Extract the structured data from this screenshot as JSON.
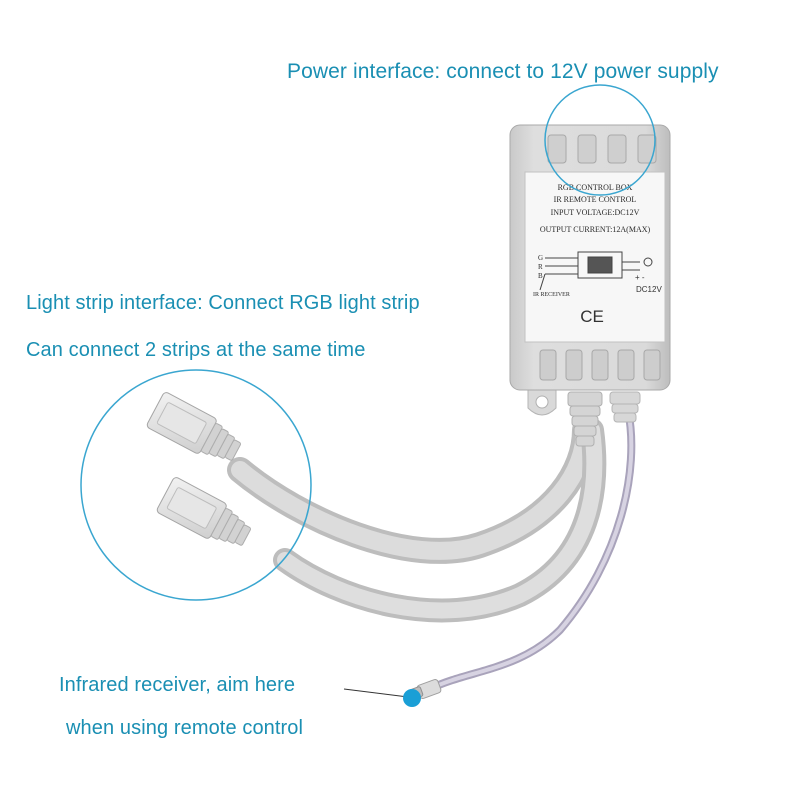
{
  "captions": {
    "power": "Power interface: connect to 12V power supply",
    "strip_line1": "Light strip interface: Connect RGB light strip",
    "strip_line2": "Can connect 2 strips at the same time",
    "ir_line1": "Infrared receiver, aim here",
    "ir_line2": "when using remote control"
  },
  "label": {
    "line1": "RGB CONTROL BOX",
    "line2": "IR REMOTE CONTROL",
    "line3": "INPUT VOLTAGE:DC12V",
    "line4": "OUTPUT CURRENT:12A(MAX)",
    "pins": [
      "G",
      "R",
      "B"
    ],
    "ir_receiver": "IR RECEIVER",
    "dc": "DC12V",
    "plus_minus": "+ -",
    "ce": "CE"
  },
  "colors": {
    "caption": "#1a8fb3",
    "callout_circle": "#3aa6d0",
    "ir_dot": "#1a9fd6"
  }
}
